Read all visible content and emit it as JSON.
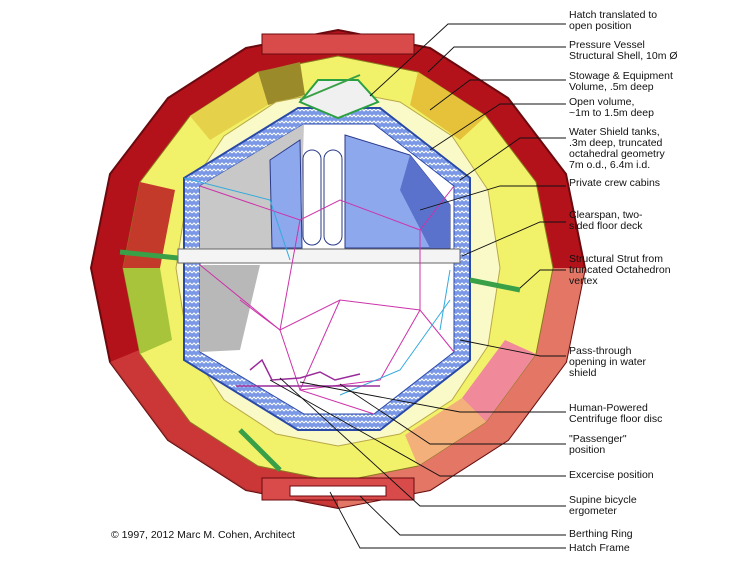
{
  "labels": {
    "hatch_translated": "Hatch translated to\nopen position",
    "pressure_vessel": "Pressure Vessel\nStructural Shell, 10m Ø",
    "stowage": "Stowage & Equipment\nVolume, .5m deep",
    "open_volume": "Open volume,\n~1m to 1.5m deep",
    "water_shield": "Water Shield tanks,\n.3m deep, truncated\noctahedral geometry\n7m o.d., 6.4m i.d.",
    "private_cabins": "Private crew cabins",
    "clearspan": "Clearspan, two-\nsided floor deck",
    "strut": "Structural Strut from\ntruncated Octahedron\nvertex",
    "pass_through": "Pass-through\nopening in water\nshield",
    "centrifuge": "Human-Powered\nCentrifuge floor disc",
    "passenger": "\"Passenger\"\nposition",
    "exercise": "Excercise position",
    "supine": "Supine bicycle\nergometer",
    "berthing": "Berthing  Ring",
    "hatch_frame": "Hatch Frame"
  },
  "credit": "© 1997, 2012 Marc M. Cohen, Architect",
  "colors": {
    "shell": "#c0141c",
    "shell_light": "#e8826e",
    "stowage_yellow": "#f2f26a",
    "stowage_gold": "#e6d24a",
    "stowage_olive": "#9a8a2a",
    "water_shield": "#6f8fe0",
    "cabin": "#8ea8ee",
    "strut_green": "#3aa047",
    "magenta_lines": "#cc33aa",
    "cyan_lines": "#33aadd"
  }
}
